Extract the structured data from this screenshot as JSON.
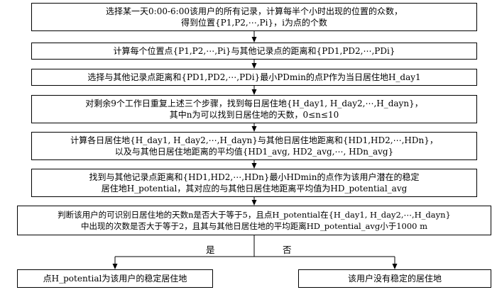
{
  "steps": [
    {
      "lines": [
        "选择某一天0:00-6:00该用户的所有记录，计算每半个小时出现的位置的众数，",
        "得到位置{P1,P2,⋯,Pi}，i为点的个数"
      ]
    },
    {
      "lines": [
        "计算每个位置点{P1,P2,⋯,Pi}与其他记录点的距离和{PD1,PD2,⋯,PDi}"
      ]
    },
    {
      "lines": [
        "选择与其他记录点距离和{PD1,PD2,⋯,PDi}最小PDmin的点P作为当日居住地H_day1"
      ]
    },
    {
      "lines": [
        "对剩余9个工作日重复上述三个步骤，找到每日居住地{H_day1, H_day2,⋯,H_dayn}，",
        "其中n为可以找到日居住地的天数，0≤n≤10"
      ]
    },
    {
      "lines": [
        "计算各日居住地{H_day1, H_day2,⋯,H_dayn}与其他日居住地距离和{HD1,HD2,⋯,HDn}，",
        "以及与其他日居住地距离的平均值{HD1_avg, HD2_avg,⋯, HDn_avg}"
      ]
    },
    {
      "lines": [
        "找到与其他记录点距离和{HD1,HD2,⋯,HDn}最小HDmin的点作为该用户潜在的稳定",
        "居住地H_potential，其对应的与其他日居住地距离平均值为HD_potential_avg"
      ]
    },
    {
      "lines": [
        "判断该用户的可识别日居住地的天数n是否大于等于5，且点H_potential在{H_day1, H_day2,⋯,H_dayn}",
        "中出现的次数是否大于等于2，且其与其他日居住地的平均距离HD_potential_avg小于1000 m"
      ]
    }
  ],
  "branches": {
    "yes_label": "是",
    "no_label": "否"
  },
  "outcomes": {
    "yes": "点H_potential为该用户的稳定居住地",
    "no": "该用户没有稳定的居住地"
  }
}
